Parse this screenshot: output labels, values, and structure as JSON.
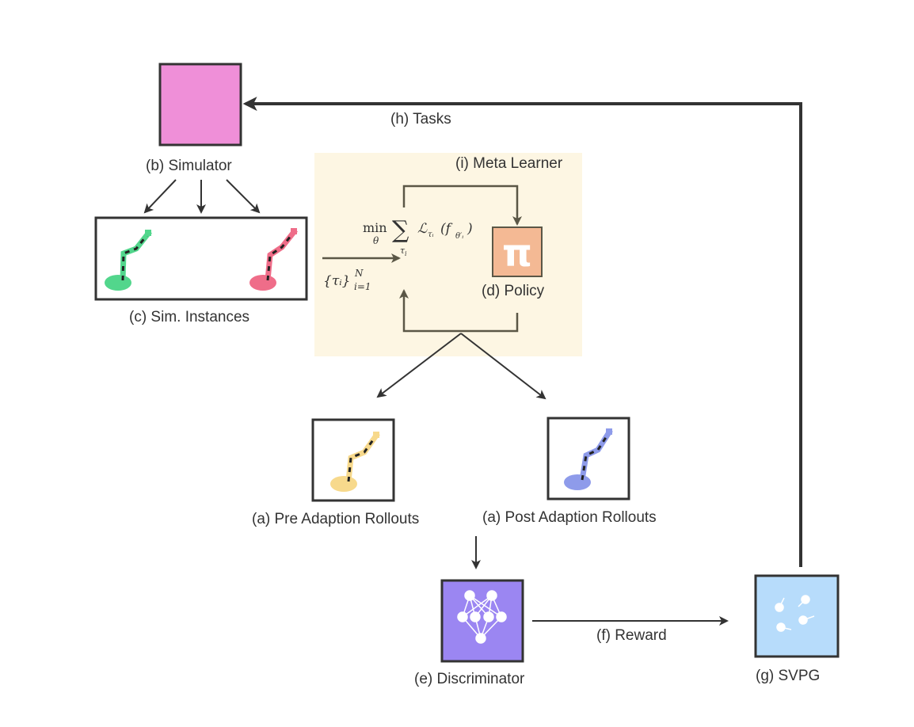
{
  "labels": {
    "tasks": "(h) Tasks",
    "simulator": "(b) Simulator",
    "meta_learner": "(i) Meta Learner",
    "policy": "(d) Policy",
    "sim_instances": "(c) Sim. Instances",
    "pre_rollouts": "(a) Pre Adaption Rollouts",
    "post_rollouts": "(a) Post Adaption Rollouts",
    "discriminator": "(e) Discriminator",
    "reward": "(f) Reward",
    "svpg": "(g) SVPG"
  },
  "math": {
    "min": "min",
    "theta": "θ",
    "sum": "∑",
    "tau_i": "τ",
    "tau_sub": "i",
    "loss": "ℒ",
    "loss_sub": "τᵢ",
    "f_term": "(f",
    "f_sub": "θ′ᵢ",
    "close_paren": ")",
    "tasks_set": "{τᵢ}",
    "tasks_sup": "N",
    "tasks_sub": "i=1",
    "pi": "π"
  },
  "colors": {
    "simulator_fill": "#ef8fd8",
    "meta_bg": "#fdf6e3",
    "policy_fill": "#f4b994",
    "arm_green": "#52d68c",
    "arm_pink": "#ef6d89",
    "arm_yellow": "#f7d98c",
    "arm_blue": "#8e9bea",
    "discriminator_fill": "#9b86f2",
    "svpg_fill": "#b7dcfb",
    "stroke": "#333333",
    "arrow_meta": "#5b5746"
  },
  "icons": {
    "policy": "pi-icon",
    "discriminator": "neural-network-icon",
    "svpg": "particles-icon",
    "robot_arm": "robot-arm-icon"
  }
}
